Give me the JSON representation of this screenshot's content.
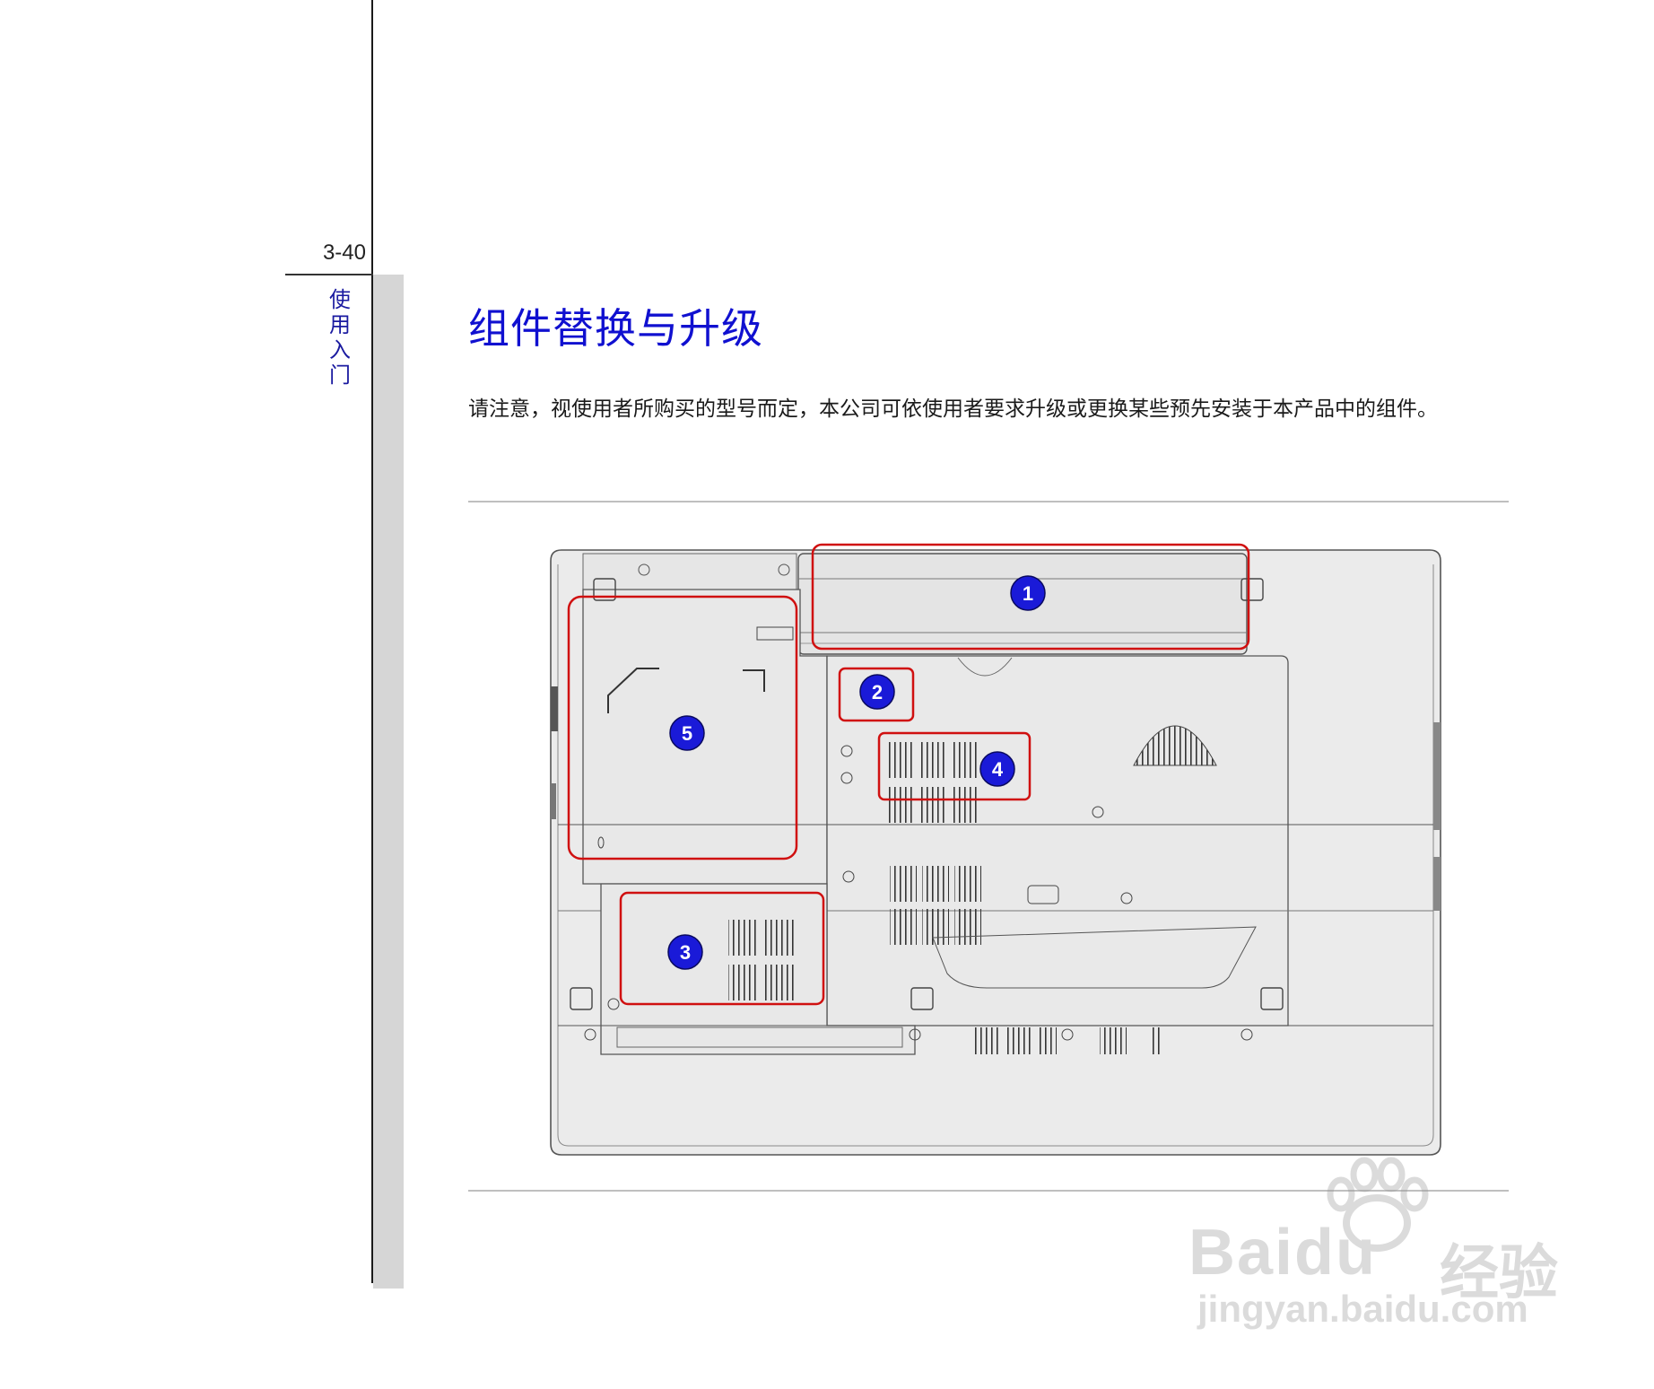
{
  "page": {
    "number": "3-40",
    "chapter": "使用入门"
  },
  "section": {
    "title": "组件替换与升级",
    "paragraph": "请注意，视使用者所购买的型号而定，本公司可依使用者要求升级或更换某些预先安装于本产品中的组件。"
  },
  "figure": {
    "callouts": [
      "1",
      "2",
      "3",
      "4",
      "5"
    ],
    "highlight_color": "#d01010",
    "callout_fill": "#1a1ad8"
  },
  "watermark": {
    "brand_latin": "Bai",
    "brand_latin2": "du",
    "brand_cn": "经验",
    "url": "jingyan.baidu.com"
  }
}
